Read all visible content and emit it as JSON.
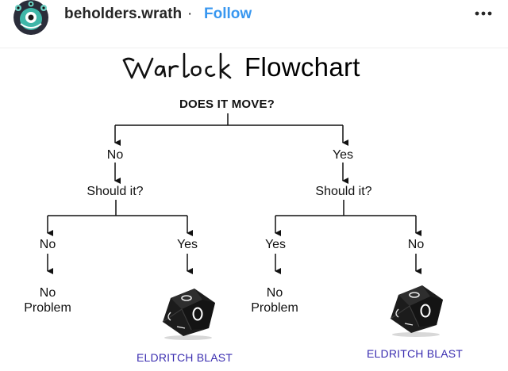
{
  "post_header": {
    "username": "beholders.wrath",
    "separator": "·",
    "follow_label": "Follow"
  },
  "flowchart": {
    "title_script": "Warlock",
    "title": "Flowchart",
    "question": "DOES IT MOVE?",
    "left_branch": "No",
    "right_branch": "Yes",
    "left_question": "Should it?",
    "right_question": "Should it?",
    "ll_answer": "No",
    "lr_answer": "Yes",
    "rl_answer": "Yes",
    "rr_answer": "No",
    "ll_result_line1": "No",
    "ll_result_line2": "Problem",
    "rl_result_line1": "No",
    "rl_result_line2": "Problem",
    "left_blast": "ELDRITCH BLAST",
    "right_blast": "ELDRITCH BLAST"
  },
  "icons": {
    "avatar": "beholder-avatar-icon",
    "more": "more-options-icon",
    "dice": "d10-die-icon"
  },
  "colors": {
    "follow": "#3897f0",
    "eldritch_blast": "#3a2db0"
  }
}
